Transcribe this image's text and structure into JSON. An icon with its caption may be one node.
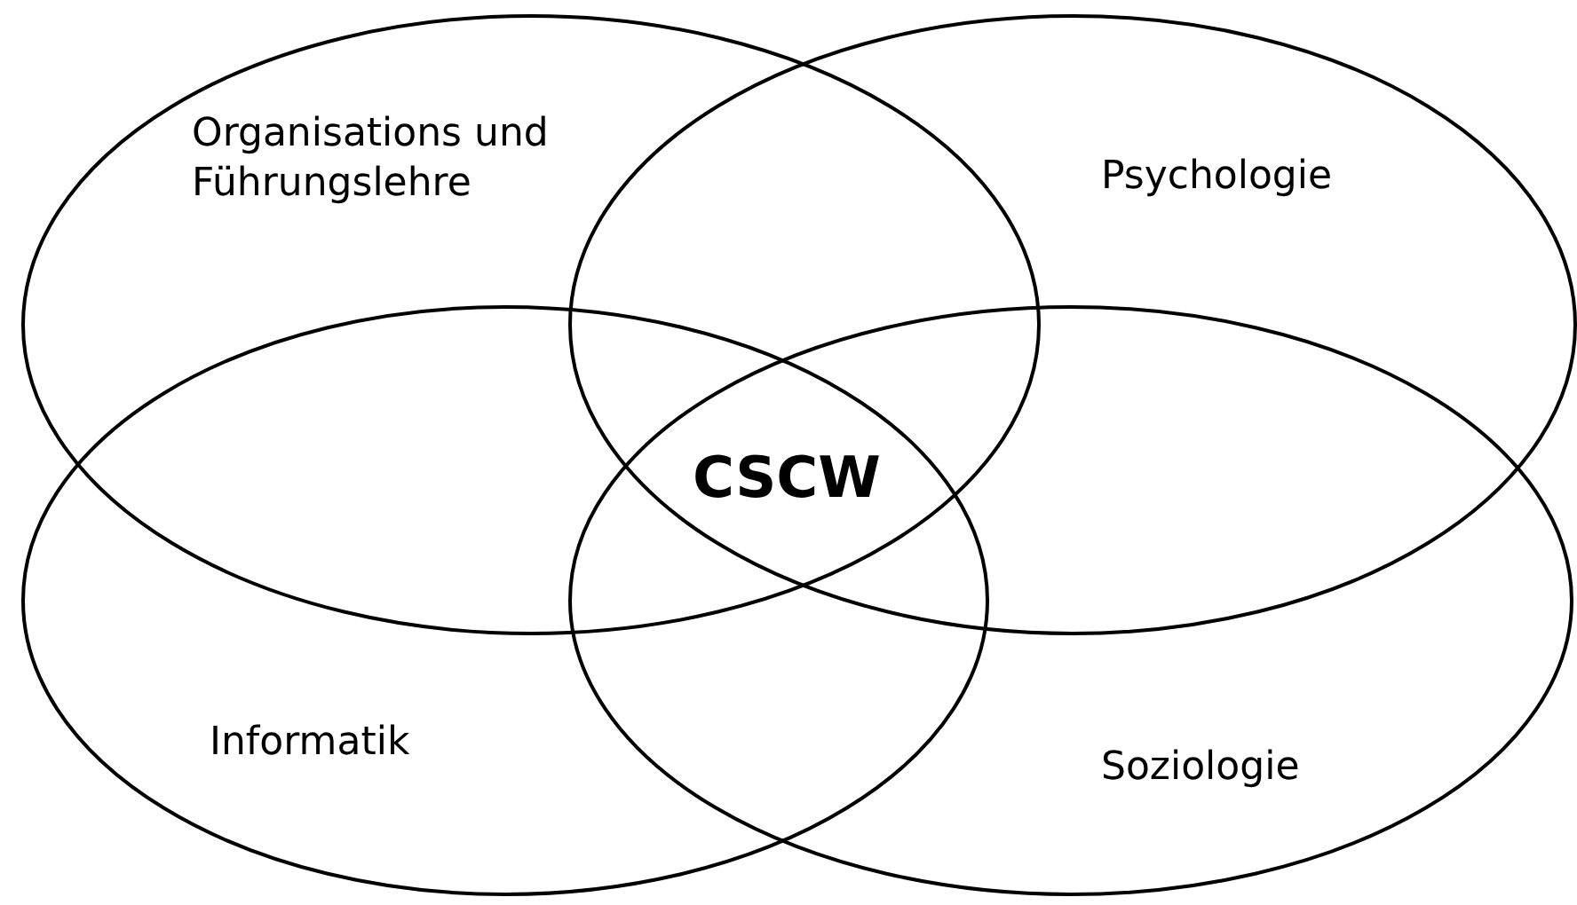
{
  "diagram": {
    "nodes": [
      {
        "text": [
          "Organisations und Führungslehre"
        ]
      },
      {
        "text": [
          "Psychologie"
        ]
      },
      {
        "text": [
          "Informatik"
        ]
      },
      {
        "text": [
          "Soziologie"
        ]
      }
    ],
    "labels": [
      "CSCW"
    ]
  }
}
